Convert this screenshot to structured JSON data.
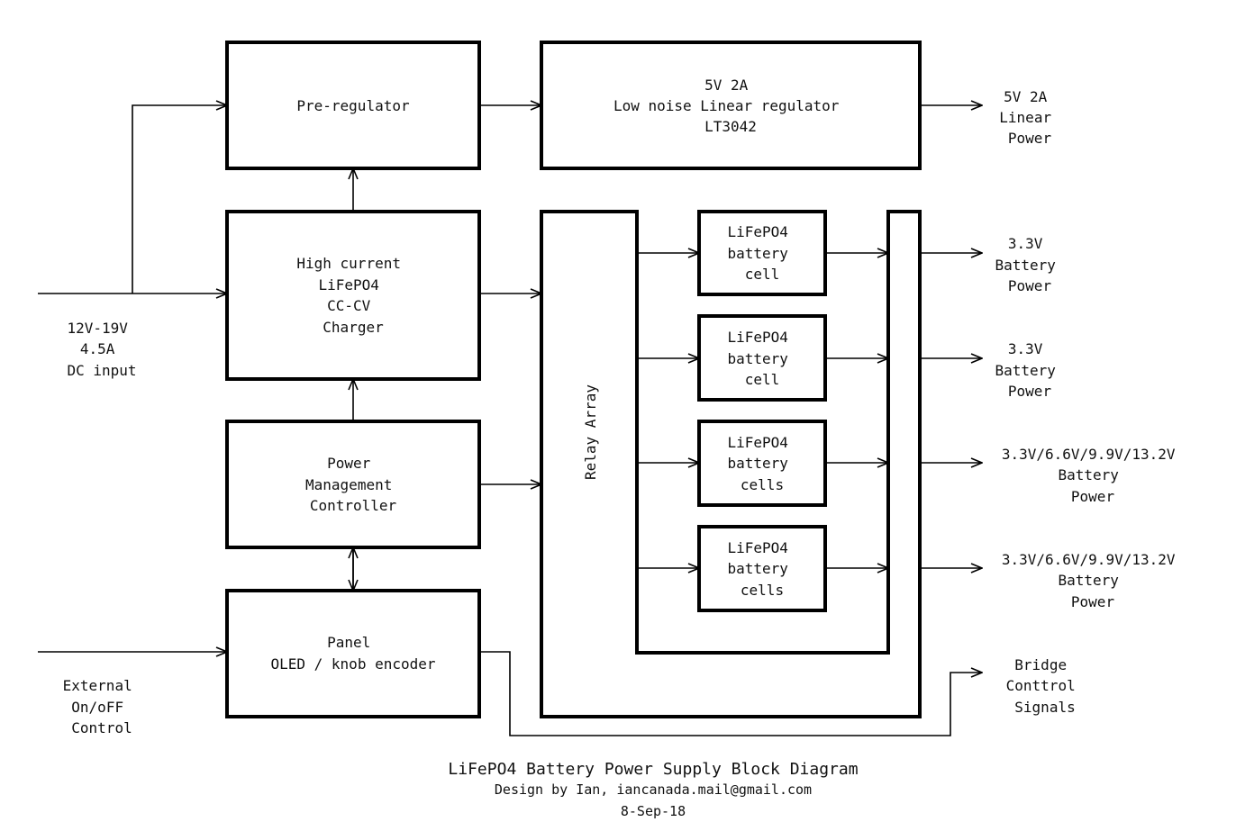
{
  "blocks": {
    "pre_regulator": [
      "Pre-regulator"
    ],
    "linear_regulator": [
      "5V 2A",
      "Low noise Linear regulator",
      "LT3042"
    ],
    "charger": [
      "High current",
      "LiFePO4",
      "CC-CV",
      "Charger"
    ],
    "power_management": [
      "Power",
      "Management",
      "Controller"
    ],
    "panel": [
      "Panel",
      "OLED / knob encoder"
    ],
    "relay_array": "Relay Array",
    "cells": [
      [
        "LiFePO4",
        "battery",
        "cell"
      ],
      [
        "LiFePO4",
        "battery",
        "cell"
      ],
      [
        "LiFePO4",
        "battery",
        "cells"
      ],
      [
        "LiFePO4",
        "battery",
        "cells"
      ]
    ]
  },
  "inputs": {
    "dc": [
      "12V-19V",
      "4.5A",
      "DC input"
    ],
    "external": [
      "External",
      "On/oFF",
      "Control"
    ]
  },
  "outputs": [
    [
      "5V 2A",
      "Linear",
      "Power"
    ],
    [
      "3.3V",
      "Battery",
      "Power"
    ],
    [
      "3.3V",
      "Battery",
      "Power"
    ],
    [
      "3.3V/6.6V/9.9V/13.2V",
      "Battery",
      "Power"
    ],
    [
      "3.3V/6.6V/9.9V/13.2V",
      "Battery",
      "Power"
    ],
    [
      "Bridge",
      "Conttrol",
      "Signals"
    ]
  ],
  "footer": {
    "title": "LiFePO4 Battery Power Supply Block Diagram",
    "credit": "Design by Ian, iancanada.mail@gmail.com",
    "date": "8-Sep-18"
  }
}
